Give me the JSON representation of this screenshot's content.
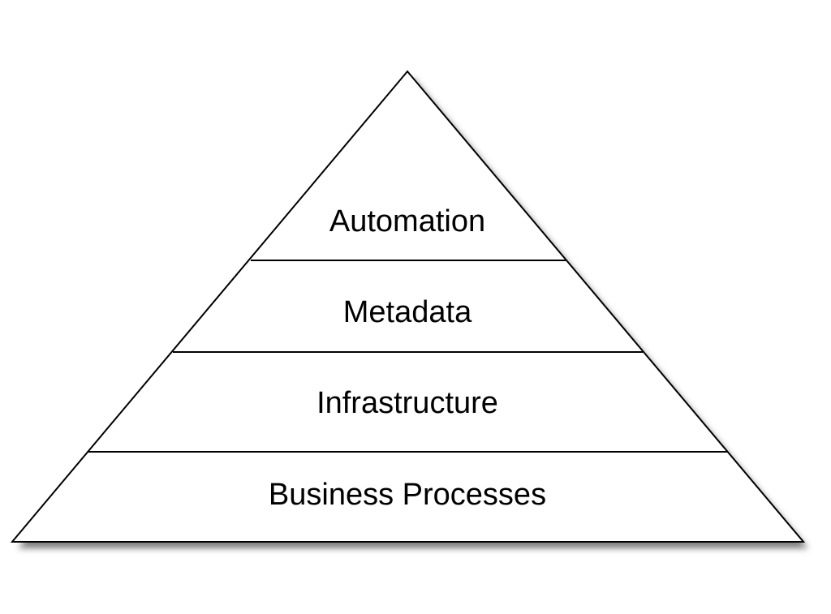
{
  "diagram": {
    "type": "pyramid",
    "layers_top_to_bottom": [
      "Automation",
      "Metadata",
      "Infrastructure",
      "Business Processes"
    ]
  },
  "colors": {
    "fill": "#ffffff",
    "stroke": "#000000",
    "shadow": "#555555",
    "text": "#000000"
  }
}
